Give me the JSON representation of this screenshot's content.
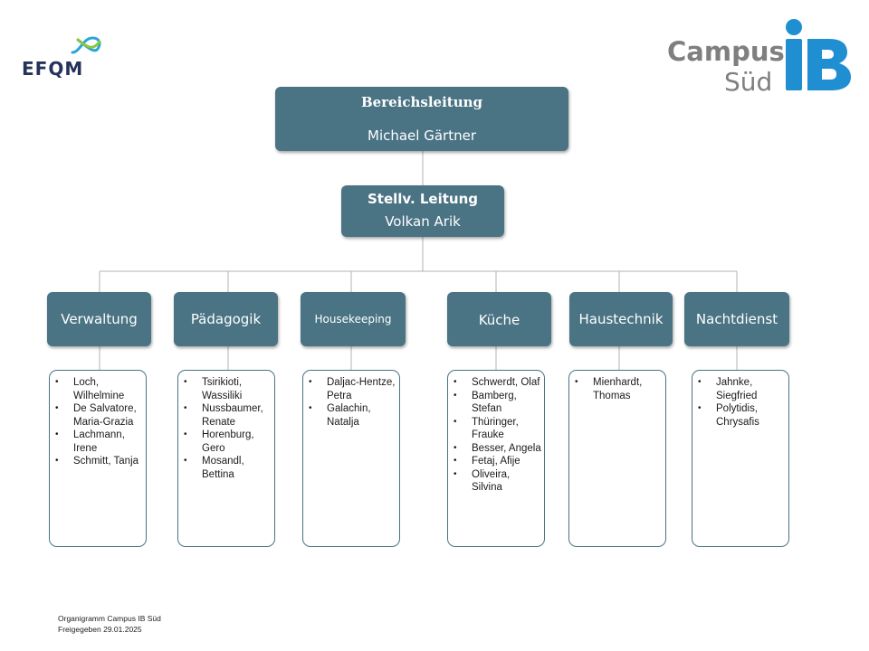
{
  "logos": {
    "efqm": "EFQM",
    "campus_line1": "Campus",
    "campus_line2": "Süd",
    "ib": "IB"
  },
  "top": {
    "title": "Bereichsleitung",
    "name": "Michael Gärtner"
  },
  "deputy": {
    "title": "Stellv.  Leitung",
    "name": "Volkan Arik"
  },
  "departments": [
    {
      "label": "Verwaltung",
      "members": [
        "Loch, Wilhelmine",
        "De Salvatore, Maria-Grazia",
        "Lachmann, Irene",
        "Schmitt, Tanja"
      ]
    },
    {
      "label": "Pädagogik",
      "members": [
        "Tsirikioti, Wassiliki",
        "Nussbaumer, Renate",
        "Horenburg, Gero",
        "Mosandl, Bettina"
      ]
    },
    {
      "label": "Housekeeping",
      "members": [
        "Daljac-Hentze, Petra",
        "Galachin, Natalja"
      ]
    },
    {
      "label": "Küche",
      "members": [
        "Schwerdt, Olaf",
        "Bamberg, Stefan",
        "Thüringer, Frauke",
        "Besser, Angela",
        "Fetaj, Afije",
        "Oliveira, Silvina"
      ]
    },
    {
      "label": "Haustechnik",
      "members": [
        "Mienhardt, Thomas"
      ]
    },
    {
      "label": "Nachtdienst",
      "members": [
        "Jahnke, Siegfried",
        "Polytidis, Chrysafis"
      ]
    }
  ],
  "footer": {
    "line1": "Organigramm Campus IB Süd",
    "line2": "Freigegeben 29.01.2025"
  },
  "colors": {
    "box": "#4a7384",
    "connector": "#b3b3b3",
    "efqm_text": "#25325a",
    "ib_blue": "#1f8fd1",
    "campus_gray": "#7f7f7f"
  }
}
